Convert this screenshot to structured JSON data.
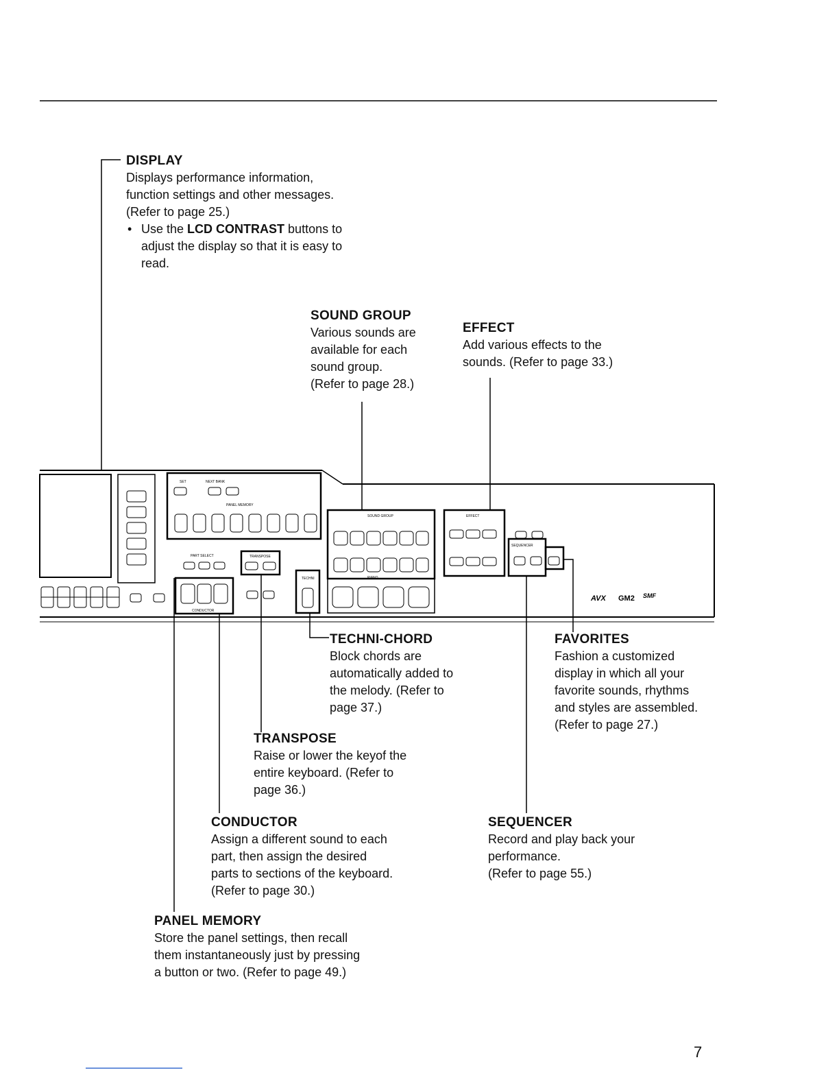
{
  "display": {
    "title": "DISPLAY",
    "body": "Displays performance information,\nfunction settings and other messages.\n(Refer to page 25.)",
    "bullet_prefix": "Use the ",
    "bullet_bold": "LCD CONTRAST",
    "bullet_rest": " buttons to\nadjust the display so that it is easy to\nread."
  },
  "sound_group": {
    "title": "SOUND GROUP",
    "body": "Various sounds are\navailable for each\nsound group.\n(Refer to page 28.)"
  },
  "effect": {
    "title": "EFFECT",
    "body": "Add various effects to the\nsounds. (Refer to page 33.)"
  },
  "techni_chord": {
    "title": "TECHNI-CHORD",
    "body": "Block chords are\nautomatically added to\nthe melody. (Refer to\npage 37.)"
  },
  "favorites": {
    "title": "FAVORITES",
    "body": "Fashion a customized\ndisplay in which all your\nfavorite sounds, rhythms\nand styles are assembled.\n(Refer to page 27.)"
  },
  "transpose": {
    "title": "TRANSPOSE",
    "body": "Raise or lower the keyof the\nentire keyboard. (Refer to\npage 36.)"
  },
  "conductor": {
    "title": "CONDUCTOR",
    "body": "Assign a different sound to each\npart, then assign the desired\nparts to sections of the keyboard.\n(Refer to page 30.)"
  },
  "sequencer": {
    "title": "SEQUENCER",
    "body": "Record and play back your\nperformance.\n(Refer to page 55.)"
  },
  "panel_memory": {
    "title": "PANEL MEMORY",
    "body": "Store the panel settings, then recall\nthem instantaneously just by pressing\na button or two. (Refer to page 49.)"
  },
  "page_number": "7"
}
